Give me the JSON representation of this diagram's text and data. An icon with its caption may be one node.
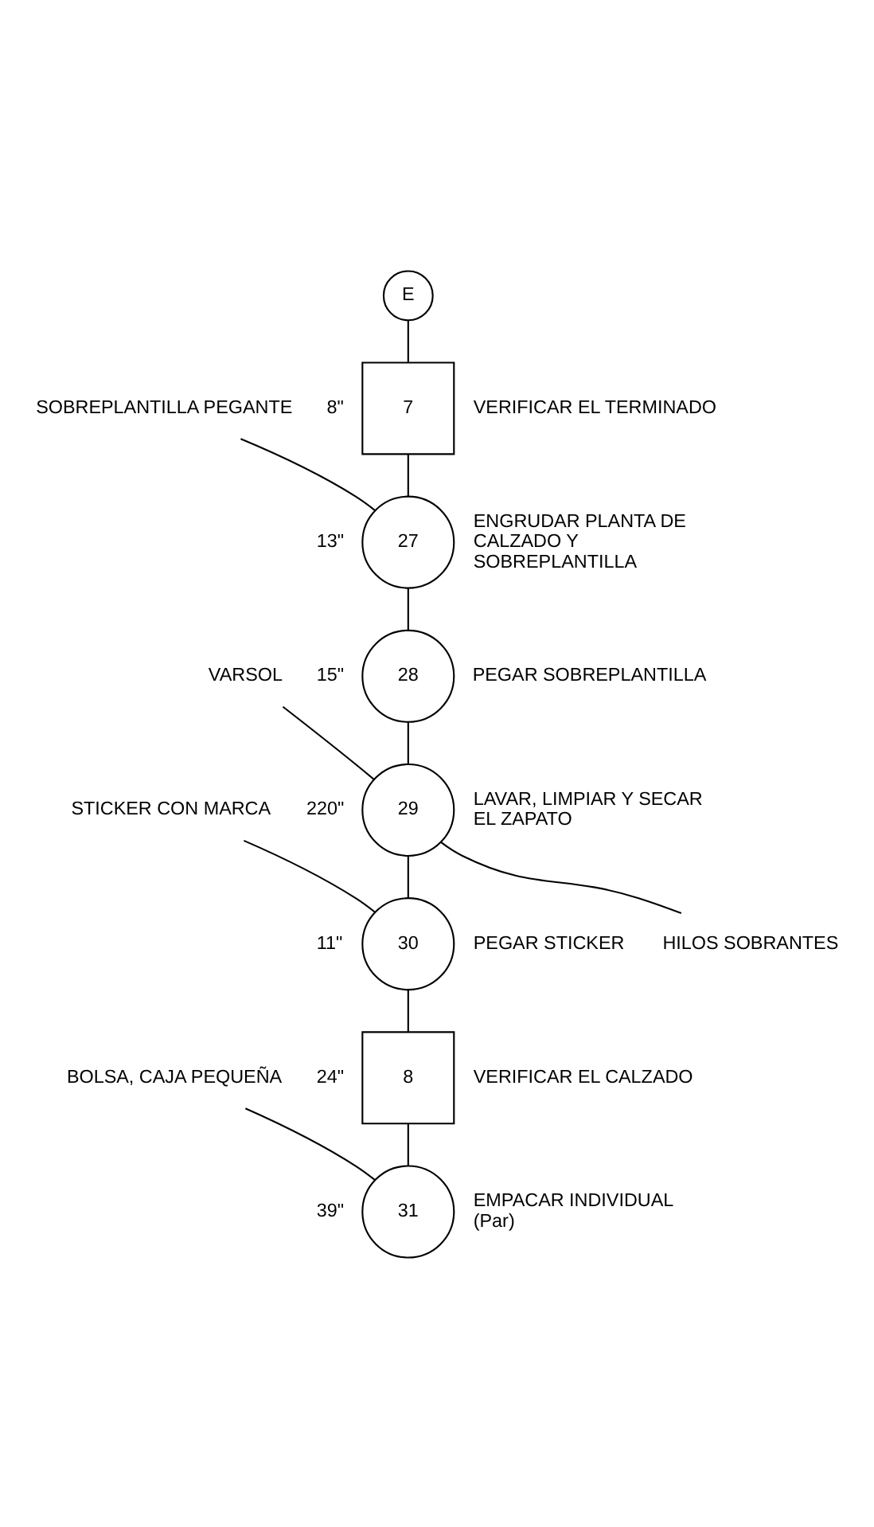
{
  "diagram": {
    "nodes": [
      {
        "text": [
          "E"
        ]
      },
      {
        "text": [
          "7"
        ],
        "beside": [
          "8\"",
          "VERIFICAR EL TERMINADO"
        ]
      },
      {
        "text": [
          "SOBREPLANTILLA PEGANTE"
        ]
      },
      {
        "text": [
          "27"
        ],
        "beside": [
          "13\"",
          "ENGRUDAR PLANTA DE CALZADO Y SOBREPLANTILLA"
        ]
      },
      {
        "text": [
          "28"
        ],
        "beside": [
          "15\"",
          "PEGAR SOBREPLANTILLA"
        ]
      },
      {
        "text": [
          "VARSOL"
        ]
      },
      {
        "text": [
          "29"
        ],
        "beside": [
          "220\"",
          "LAVAR, LIMPIAR Y SECAR EL ZAPATO"
        ]
      },
      {
        "text": [
          "STICKER CON MARCA"
        ]
      },
      {
        "text": [
          "HILOS SOBRANTES"
        ]
      },
      {
        "text": [
          "30"
        ],
        "beside": [
          "11\"",
          "PEGAR STICKER"
        ]
      },
      {
        "text": [
          "8"
        ],
        "beside": [
          "24\"",
          "VERIFICAR EL CALZADO"
        ]
      },
      {
        "text": [
          "BOLSA, CAJA PEQUEÑA"
        ]
      },
      {
        "text": [
          "31"
        ],
        "beside": [
          "39\"",
          "EMPACAR INDIVIDUAL (Par)"
        ]
      }
    ],
    "edges": [
      {
        "from": 0,
        "to": 1,
        "arrow": "none"
      },
      {
        "from": 1,
        "to": 3,
        "arrow": "none"
      },
      {
        "from": 2,
        "to": 3,
        "arrow": "none"
      },
      {
        "from": 3,
        "to": 4,
        "arrow": "none"
      },
      {
        "from": 4,
        "to": 6,
        "arrow": "none"
      },
      {
        "from": 5,
        "to": 6,
        "arrow": "none"
      },
      {
        "from": 6,
        "to": 9,
        "arrow": "none"
      },
      {
        "from": 7,
        "to": 9,
        "arrow": "none"
      },
      {
        "from": 6,
        "to": 8,
        "arrow": "none"
      },
      {
        "from": 9,
        "to": 10,
        "arrow": "none"
      },
      {
        "from": 10,
        "to": 12,
        "arrow": "none"
      },
      {
        "from": 11,
        "to": 12,
        "arrow": "none"
      }
    ]
  }
}
